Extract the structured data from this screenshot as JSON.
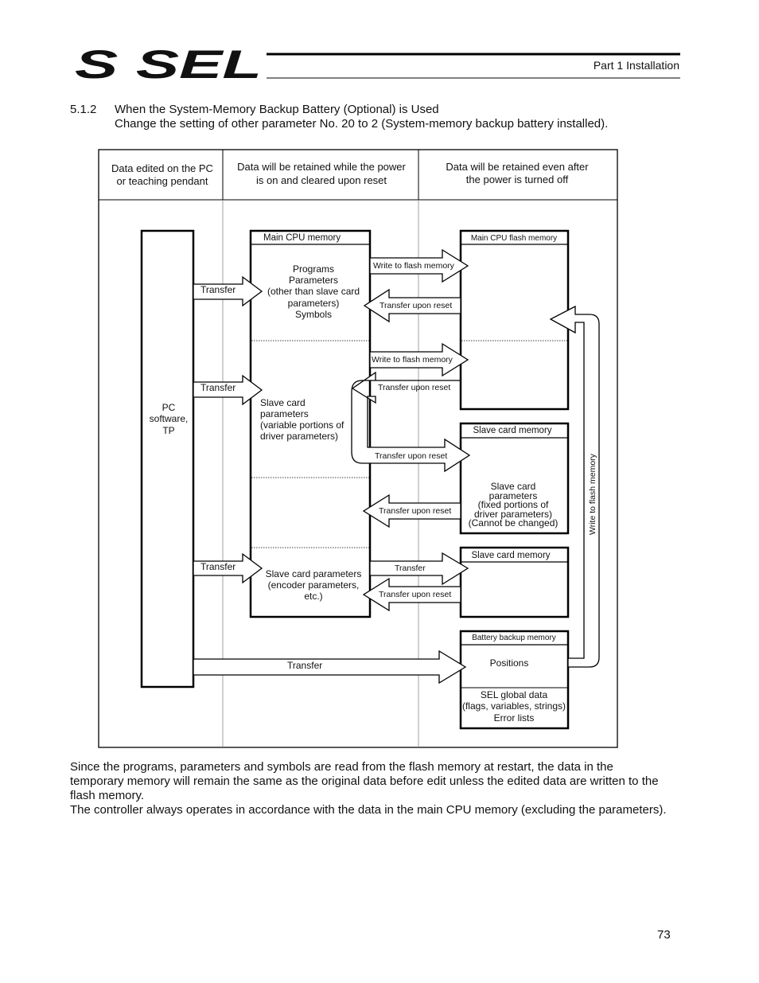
{
  "header": {
    "logo_text": "S SEL",
    "part_label": "Part 1 Installation"
  },
  "section": {
    "number": "5.1.2",
    "title": "When the System-Memory Backup Battery (Optional) is Used",
    "subtitle": "Change the setting of other parameter No. 20 to 2 (System-memory backup battery installed)."
  },
  "diagram": {
    "columns": [
      [
        "Data edited on the PC",
        "or teaching pendant"
      ],
      [
        "Data will be retained while the power",
        "is on and cleared upon reset"
      ],
      [
        "Data will be retained even after",
        "the power is turned off"
      ]
    ],
    "pc_box": [
      "PC",
      "software,",
      "TP"
    ],
    "main_cpu_memory": {
      "title": "Main CPU memory",
      "section1": [
        "Programs",
        "Parameters",
        "(other than slave card",
        "parameters)",
        "Symbols"
      ],
      "section2": [
        "Slave card",
        "parameters",
        "(variable portions of",
        "driver parameters)"
      ],
      "section3": [
        "Slave card parameters",
        "(encoder parameters,",
        "etc.)"
      ]
    },
    "main_cpu_flash": {
      "title": "Main CPU flash memory"
    },
    "slave_card_memory_1": {
      "title": "Slave card memory",
      "content": [
        "Slave card",
        "parameters",
        "(fixed portions of",
        "driver parameters)",
        "(Cannot be changed)"
      ]
    },
    "slave_card_memory_2": {
      "title": "Slave card memory"
    },
    "battery_backup": {
      "title": "Battery backup memory",
      "positions": "Positions",
      "global": [
        "SEL global data",
        "(flags, variables, strings)",
        "Error lists"
      ]
    },
    "arrow_labels": {
      "transfer": "Transfer",
      "write_flash": "Write to flash memory",
      "transfer_reset": "Transfer upon reset"
    }
  },
  "body": {
    "lines": [
      "Since the programs, parameters and symbols are read from the flash memory at restart, the data in the",
      "temporary memory will remain the same as the original data before edit unless the edited data are written to the",
      "flash memory.",
      "The controller always operates in accordance with the data in the main CPU memory (excluding the parameters)."
    ]
  },
  "page_number": "73"
}
